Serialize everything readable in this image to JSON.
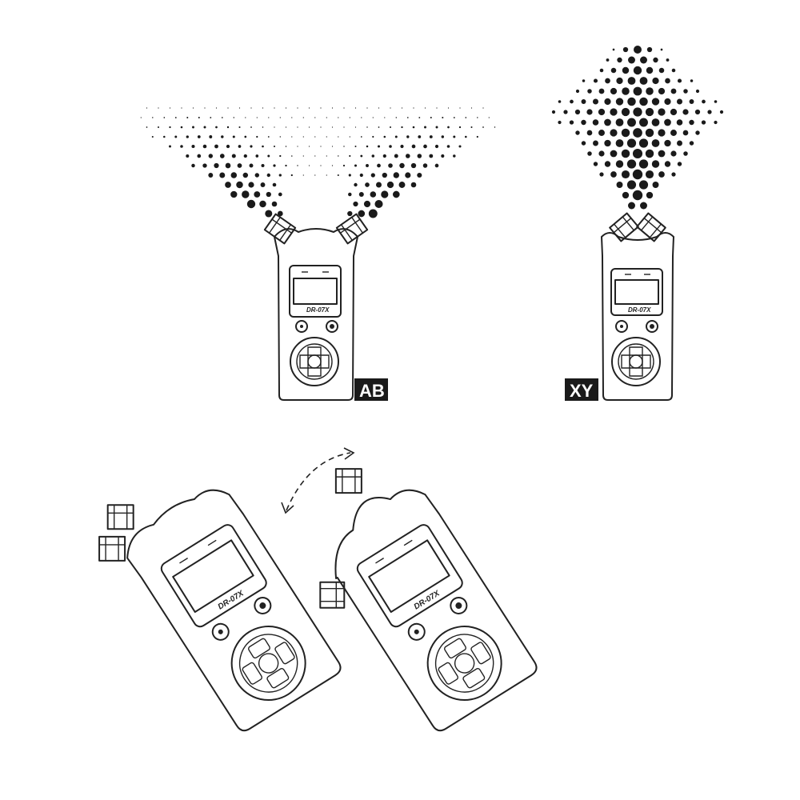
{
  "figure": {
    "colors": {
      "ink": "#1a1a1a",
      "background": "#ffffff"
    },
    "recorders": [
      {
        "id": "ab-recorder",
        "model_label": "DR-07X",
        "mode_label": "AB",
        "pattern": "wide"
      },
      {
        "id": "xy-recorder",
        "model_label": "DR-07X",
        "mode_label": "XY",
        "pattern": "focused"
      },
      {
        "id": "tilt-recorder-xy",
        "model_label": "DR-07X"
      },
      {
        "id": "tilt-recorder-rotate",
        "model_label": "DR-07X"
      }
    ],
    "rotation_arrow": "dashed-curved-arrow-icon"
  }
}
